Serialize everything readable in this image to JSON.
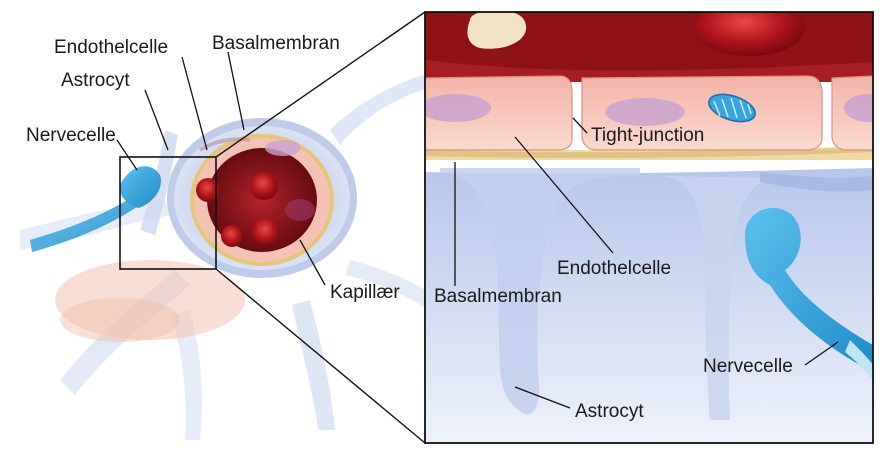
{
  "labels": {
    "endothelcelle_left": "Endothelcelle",
    "basalmembran_left": "Basalmembran",
    "astrocyt_left": "Astrocyt",
    "nervecelle_left": "Nervecelle",
    "kapillaer": "Kapillær",
    "tight_junction": "Tight-junction",
    "endothelcelle_right": "Endothelcelle",
    "basalmembran_right": "Basalmembran",
    "nervecelle_right": "Nervecelle",
    "astrocyt_right": "Astrocyt"
  },
  "colors": {
    "blood": "#8e1216",
    "endothelium": "#f6c4b8",
    "basal_membrane": "#f0d9a2",
    "astrocyte": "#c6d2ec",
    "neuron": "#3da9de",
    "nucleus": "#c9a3cf"
  }
}
